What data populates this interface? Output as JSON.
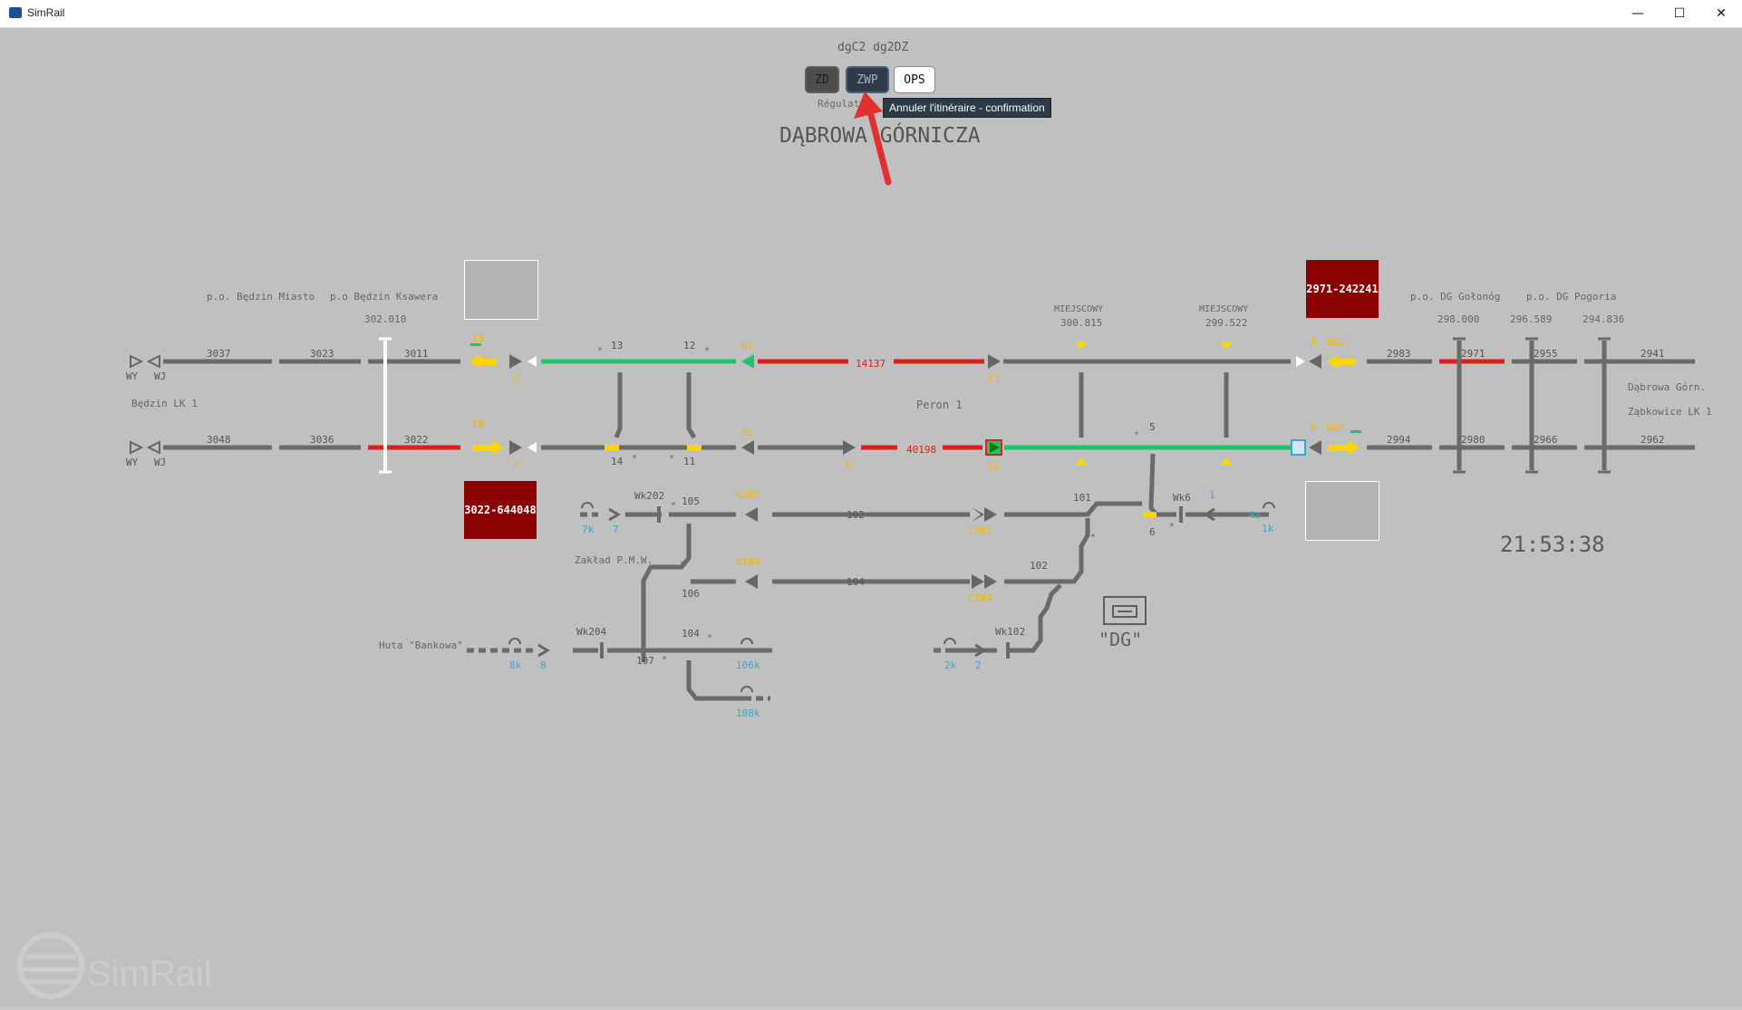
{
  "window": {
    "title": "SimRail",
    "minimize": "—",
    "maximize": "☐",
    "close": "✕"
  },
  "header": {
    "route_label": "dgC2 dg2DZ",
    "buttons": {
      "zd": "ZD",
      "zwp": "ZWP",
      "ops": "OPS"
    },
    "subtitle": "Régulateu",
    "tooltip": "Annuler l'itinéraire - confirmation",
    "station_name": "DĄBROWA GÓRNICZA"
  },
  "clock": "21:53:38",
  "watermark": "SimRail",
  "building_label": "\"DG\"",
  "boxes": {
    "top_right_train": "2971-242241",
    "bottom_left_train": "3022-644048"
  },
  "places": {
    "bedzin_miasto": "p.o. Będzin Miasto",
    "bedzin_ksawera": "p.o Będzin Ksawera",
    "ksawera_km": "302.010",
    "bedzin_lk1": "Będzin LK 1",
    "dg_golonog": "p.o. DG Gołonóg",
    "dg_pogoria": "p.o. DG Pogoria",
    "km_298": "298.000",
    "km_296": "296.589",
    "km_294": "294.836",
    "dabrowa_gorn": "Dąbrowa Górn.",
    "zabkowice": "Ząbkowice LK 1",
    "miejscowy1": "MIEJSCOWY",
    "miejscowy1_km": "300.815",
    "miejscowy2": "MIEJSCOWY",
    "miejscowy2_km": "299.522",
    "peron": "Peron 1",
    "zaklad": "Zakład P.M.W.",
    "huta": "Huta \"Bankowa\""
  },
  "track_labels": {
    "t3037": "3037",
    "t3023": "3023",
    "t3011": "3011",
    "t3048": "3048",
    "t3036": "3036",
    "t3022": "3022",
    "t2983": "2983",
    "t2971": "2971",
    "t2955": "2955",
    "t2941": "2941",
    "t2994": "2994",
    "t2980": "2980",
    "t2966": "2966",
    "t2962": "2962",
    "t14137": "14137",
    "t40198": "40198",
    "s13": "13",
    "s12": "12",
    "s14": "14",
    "s11": "11",
    "s5": "5",
    "s6": "6",
    "s101a": "101",
    "s102": "102",
    "s104": "104",
    "s105": "105",
    "s106": "106",
    "s107": "107",
    "s104b": "104",
    "s101b": "102",
    "wk202": "Wk202",
    "wk204": "Wk204",
    "wk6": "Wk6",
    "wk102": "Wk102",
    "wy": "WY",
    "wj": "WJ"
  },
  "signal_labels": {
    "s1b": "1B",
    "s2b": "2B",
    "sO": "O",
    "sP": "P",
    "sN1": "N1",
    "sN2": "N2",
    "sD": "D",
    "sC1": "C1",
    "sC2": "C2",
    "sA": "A",
    "sB": "B",
    "s1b2": "1Ø2",
    "s2b2": "2Ø2",
    "sN102": "N1Ø2",
    "sN104": "N1Ø4",
    "sC102": "C1Ø2",
    "sC104": "C1Ø4",
    "sh7k": "7k",
    "sh7": "7",
    "sh1k": "1k",
    "sh1": "1",
    "sh4a": "4a",
    "sh8k": "8k",
    "sh8": "8",
    "sh106k": "106k",
    "sh108k": "108k",
    "sh2k": "2k",
    "sh2": "2"
  },
  "colors": {
    "background": "#c0c0c0",
    "track_idle": "#6a6a6a",
    "track_occupied": "#e01e1e",
    "route_set": "#1fc46a",
    "signal_yellow": "#ffd500",
    "train_box": "#8b0000"
  }
}
